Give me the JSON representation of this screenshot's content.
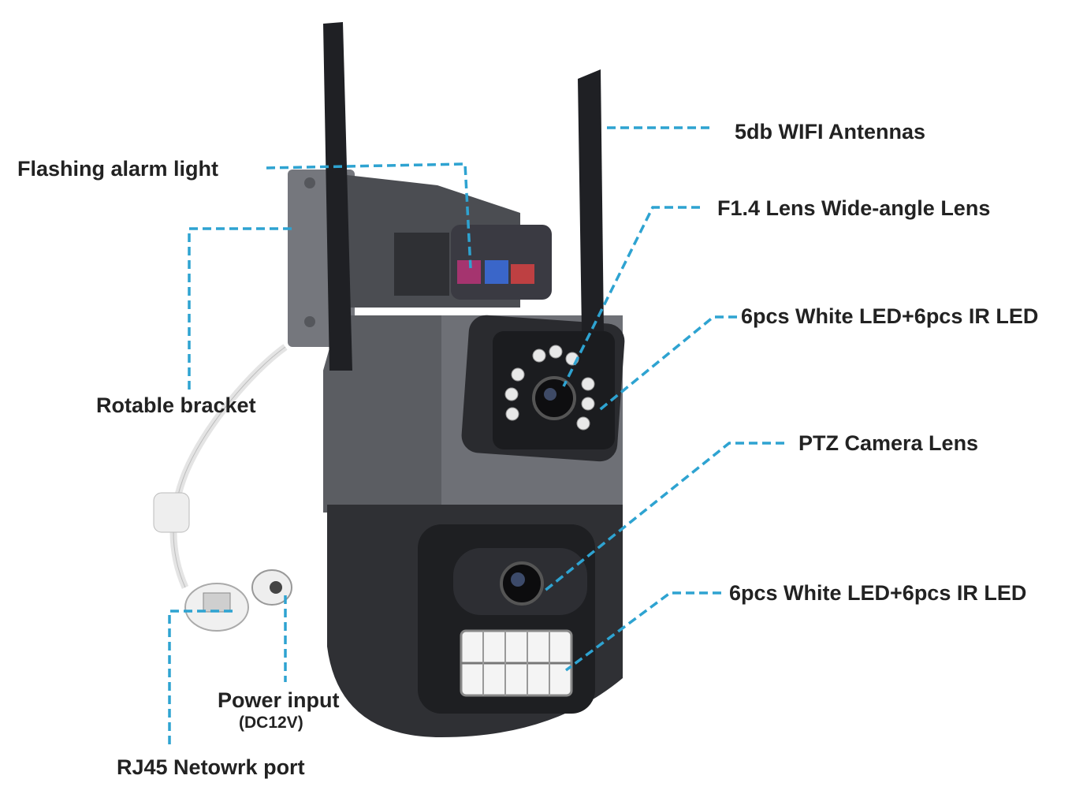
{
  "title": "Dual-lens PTZ WiFi camera features",
  "labels": {
    "antennas": "5db WIFI Antennas",
    "alarm_light": "Flashing alarm light",
    "wide_lens": "F1.4 Lens Wide-angle Lens",
    "led_top": "6pcs White LED+6pcs IR LED",
    "bracket": "Rotable bracket",
    "ptz_lens": "PTZ Camera Lens",
    "led_bottom": "6pcs White LED+6pcs IR LED",
    "power": "Power input",
    "power_spec": "(DC12V)",
    "rj45": "RJ45 Netowrk port"
  },
  "colors": {
    "leader": "#2ea3d1",
    "body": "#6e7076",
    "dark": "#2c2d31",
    "text": "#222222"
  }
}
